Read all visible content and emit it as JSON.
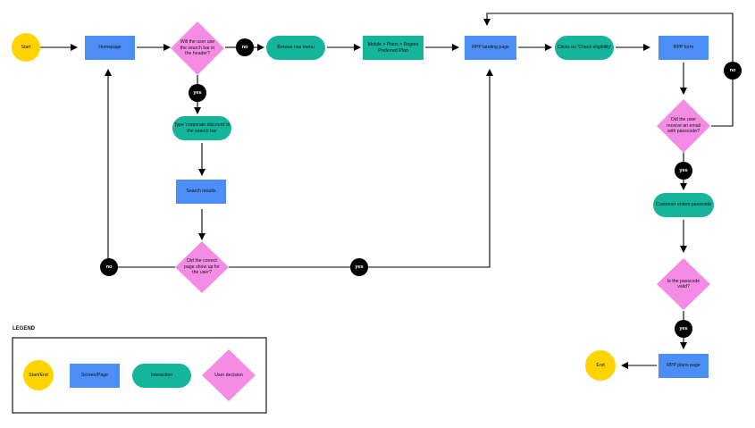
{
  "colors": {
    "start_end": "#FFD400",
    "screen_page": "#4C8DF6",
    "interaction": "#14B59A",
    "decision": "#F48CE6",
    "connector": "#000000",
    "line": "#000000"
  },
  "nodes": {
    "start": "Start",
    "homepage": "Homepage",
    "decision_search_bar": "Will the user use the search bar in the header?",
    "browse_nav": "Browse nav menu",
    "mobile_plans": "Mobile > Plans > Rogers Preferred Plan",
    "rpp_landing": "RPP landing page",
    "check_eligibility": "Clicks on 'Check eligibility'",
    "rpp_form": "RPP form",
    "type_corporate": "Type 'corporate discount' in the search bar",
    "search_results": "Search results",
    "decision_correct_page": "Did the correct page show up for the user?",
    "decision_email": "Did the user receive an email with passcode?",
    "enters_passcode": "Customer enters passcode",
    "decision_passcode_valid": "Is the passcode valid?",
    "rpp_plans": "RPP plans page",
    "end": "End"
  },
  "connectors": {
    "no_1": "no",
    "yes_1": "yes",
    "no_2": "no",
    "yes_2": "yes",
    "no_3": "no",
    "yes_3": "yes",
    "yes_4": "yes"
  },
  "legend": {
    "title": "LEGEND",
    "start_end": "Start/End",
    "screen_page": "Screen/Page",
    "interaction": "Interaction",
    "user_decision": "User decision"
  }
}
